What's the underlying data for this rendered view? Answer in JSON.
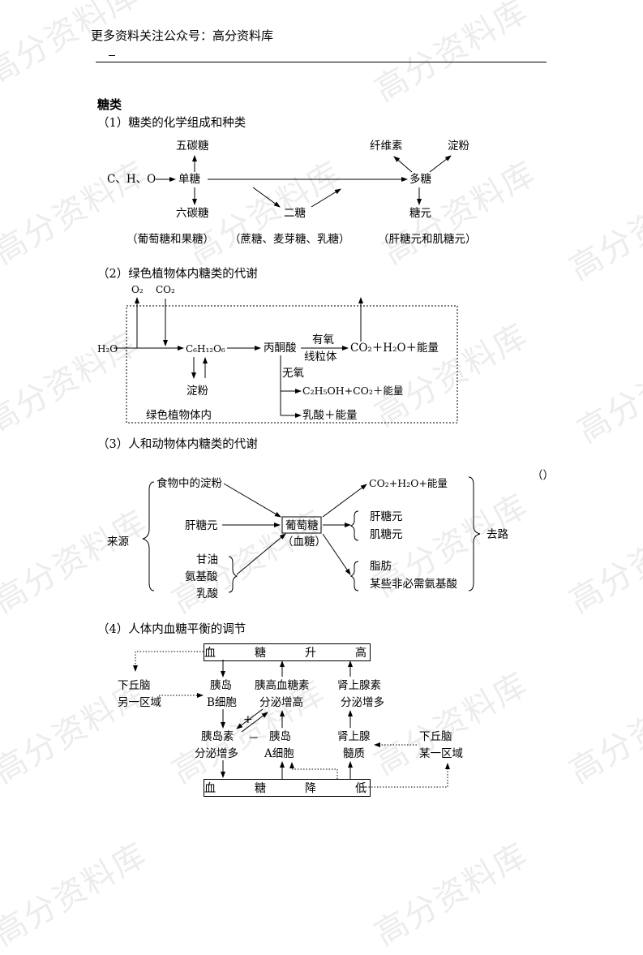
{
  "header": {
    "text": "更多资料关注公众号：高分资料库"
  },
  "watermark": {
    "text": "高分资料库"
  },
  "title": "糖类",
  "s1": {
    "heading": "（1）糖类的化学组成和种类",
    "elements": "C、H、O",
    "mono": "单糖",
    "penta": "五碳糖",
    "hexa": "六碳糖",
    "di": "二糖",
    "poly": "多糖",
    "cellulose": "纤维素",
    "starch": "淀粉",
    "glycogen": "糖元",
    "note_mono": "（葡萄糖和果糖）",
    "note_di": "（蔗糖、麦芽糖、乳糖）",
    "note_poly": "（肝糖元和肌糖元）"
  },
  "s2": {
    "heading": "（2）绿色植物体内糖类的代谢",
    "o2": "O₂",
    "co2": "CO₂",
    "h2o": "H₂O",
    "glucose": "C₆H₁₂O₆",
    "pyruvate": "丙酮酸",
    "aerobic": "有氧",
    "mito": "线粒体",
    "aerobic_product": "CO₂＋H₂O＋能量",
    "anaerobic": "无氧",
    "ethanol_product": "C₂H₅OH+CO₂＋能量",
    "lactic_product": "乳酸＋能量",
    "starch": "淀粉",
    "in_plant": "绿色植物体内"
  },
  "s3": {
    "heading": "（3）人和动物体内糖类的代谢",
    "parens": "（）",
    "source": "来源",
    "food_starch": "食物中的淀粉",
    "liver_glycogen": "肝糖元",
    "glycerol": "甘油",
    "amino": "氨基酸",
    "lactic": "乳酸",
    "glucose": "葡萄糖",
    "blood_sugar": "（血糖）",
    "out1": "CO₂+H₂O+能量",
    "out_liver": "肝糖元",
    "out_muscle": "肌糖元",
    "out_fat": "脂肪",
    "out_amino": "某些非必需氨基酸",
    "destination": "去路"
  },
  "s4": {
    "heading": "（4）人体内血糖平衡的调节",
    "rise": [
      "血",
      "糖",
      "升",
      "高"
    ],
    "fall": [
      "血",
      "糖",
      "降",
      "低"
    ],
    "hypo_a1": "下丘脑",
    "hypo_a2": "另一区域",
    "b_cell1": "胰岛",
    "b_cell2": "B细胞",
    "glucagon1": "胰高血糖素",
    "glucagon2": "分泌增高",
    "adrenaline1": "肾上腺素",
    "adrenaline2": "分泌增多",
    "insulin1": "胰岛素",
    "insulin2": "分泌增多",
    "a_cell1": "胰岛",
    "a_cell2": "A细胞",
    "adrenal1": "肾上腺",
    "adrenal2": "髓质",
    "hypo_b1": "下丘脑",
    "hypo_b2": "某一区域",
    "plus": "+",
    "minus": "－"
  }
}
